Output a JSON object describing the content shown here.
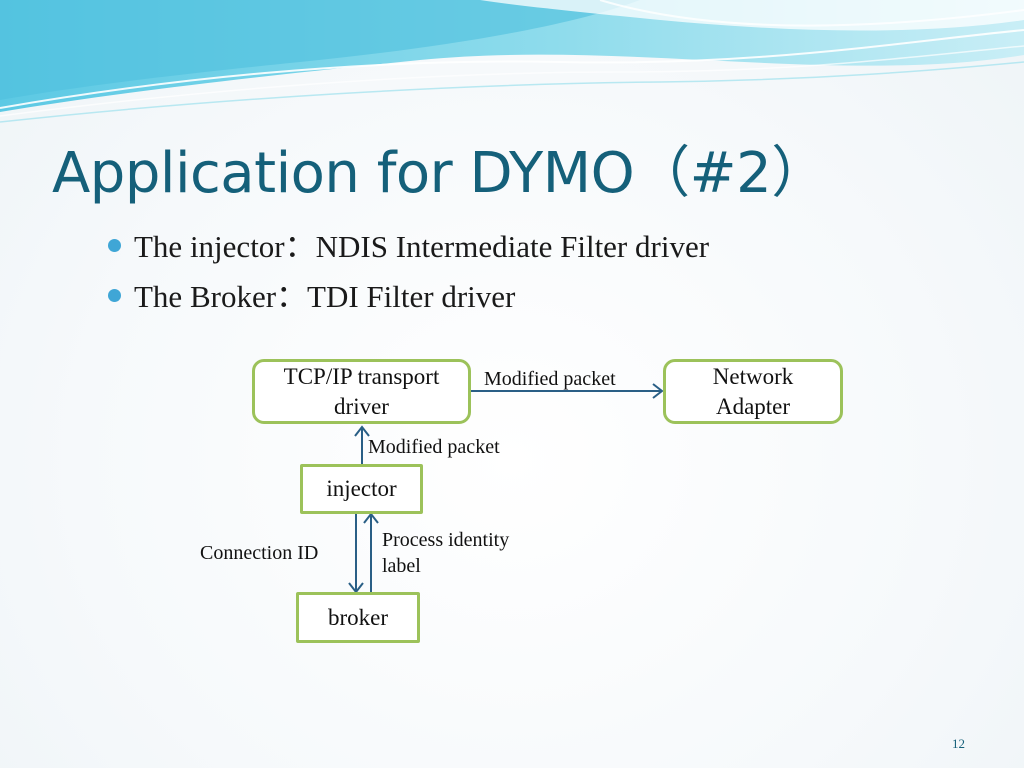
{
  "slide": {
    "title": "Application for DYMO（#2）",
    "bullets": [
      "The injector：NDIS Intermediate Filter driver",
      "The Broker：TDI Filter driver"
    ],
    "page_number": "12"
  },
  "diagram": {
    "nodes": {
      "tcpip": [
        "TCP/IP transport",
        "driver"
      ],
      "network_adapter": [
        "Network",
        "Adapter"
      ],
      "injector": "injector",
      "broker": "broker"
    },
    "edges": {
      "tcpip_to_adapter": "Modified packet",
      "injector_to_tcpip": "Modified packet",
      "injector_to_broker": "Connection ID",
      "broker_to_injector": [
        "Process identity",
        "label"
      ]
    }
  },
  "colors": {
    "title": "#15607a",
    "bullet": "#3fa6d6",
    "node_border": "#9cc25a",
    "arrow": "#2a5f86"
  }
}
